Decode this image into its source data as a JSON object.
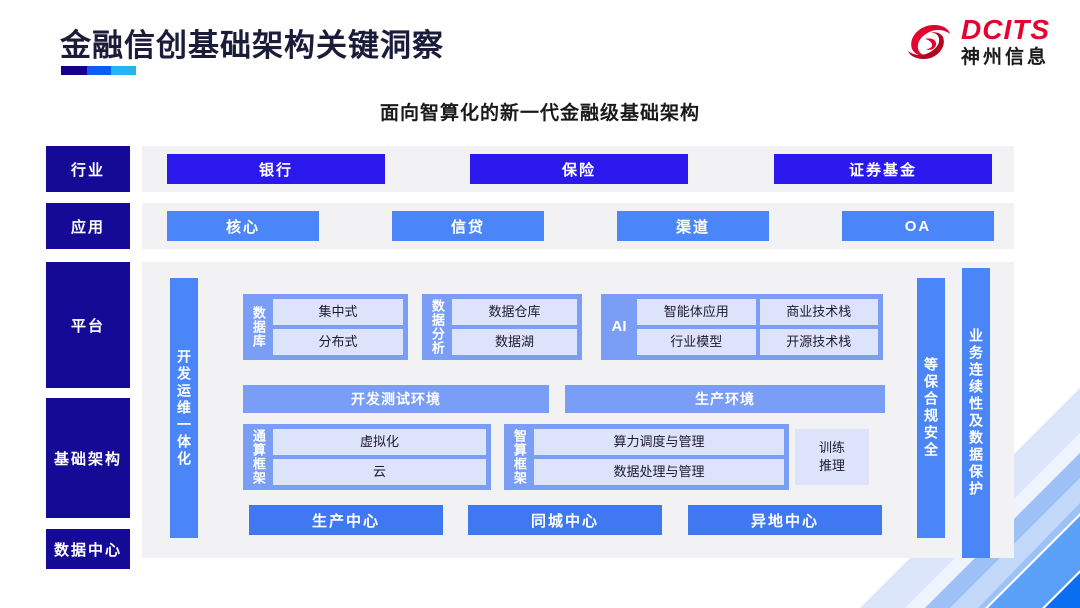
{
  "header": {
    "title": "金融信创基础架构关键洞察",
    "subtitle": "面向智算化的新一代金融级基础架构",
    "logo_en": "DCITS",
    "logo_cn": "神州信息"
  },
  "colors": {
    "navy": "#140a96",
    "indigo": "#2a18ec",
    "blue": "#4a86f7",
    "blue_soft": "#7a9ef5",
    "cell": "#dde3fb",
    "panel": "#f2f2f4",
    "logo_red": "#e4032e"
  },
  "layers": {
    "industry": "行业",
    "application": "应用",
    "platform": "平台",
    "infrastructure": "基础架构",
    "datacenter": "数据中心"
  },
  "industry_row": [
    "银行",
    "保险",
    "证券基金"
  ],
  "application_row": [
    "核心",
    "信贷",
    "渠道",
    "OA"
  ],
  "vertical_bars": {
    "devops": "开发运维一体化",
    "security": "等保合规安全",
    "bcdr": "业务连续性及数据保护"
  },
  "platform": {
    "database": {
      "caption": "数据库",
      "cells": [
        "集中式",
        "分布式"
      ]
    },
    "data_analysis": {
      "caption": "数据分析",
      "cells": [
        "数据仓库",
        "数据湖"
      ]
    },
    "ai": {
      "caption": "AI",
      "left": [
        "智能体应用",
        "行业模型"
      ],
      "right": [
        "商业技术栈",
        "开源技术栈"
      ]
    },
    "environments": [
      "开发测试环境",
      "生产环境"
    ]
  },
  "infrastructure": {
    "general_compute": {
      "caption": "通算框架",
      "cells": [
        "虚拟化",
        "云"
      ]
    },
    "intelligent_compute": {
      "caption": "智算框架",
      "cells": [
        "算力调度与管理",
        "数据处理与管理"
      ],
      "side_line1": "训练",
      "side_line2": "推理"
    }
  },
  "datacenters": [
    "生产中心",
    "同城中心",
    "异地中心"
  ]
}
